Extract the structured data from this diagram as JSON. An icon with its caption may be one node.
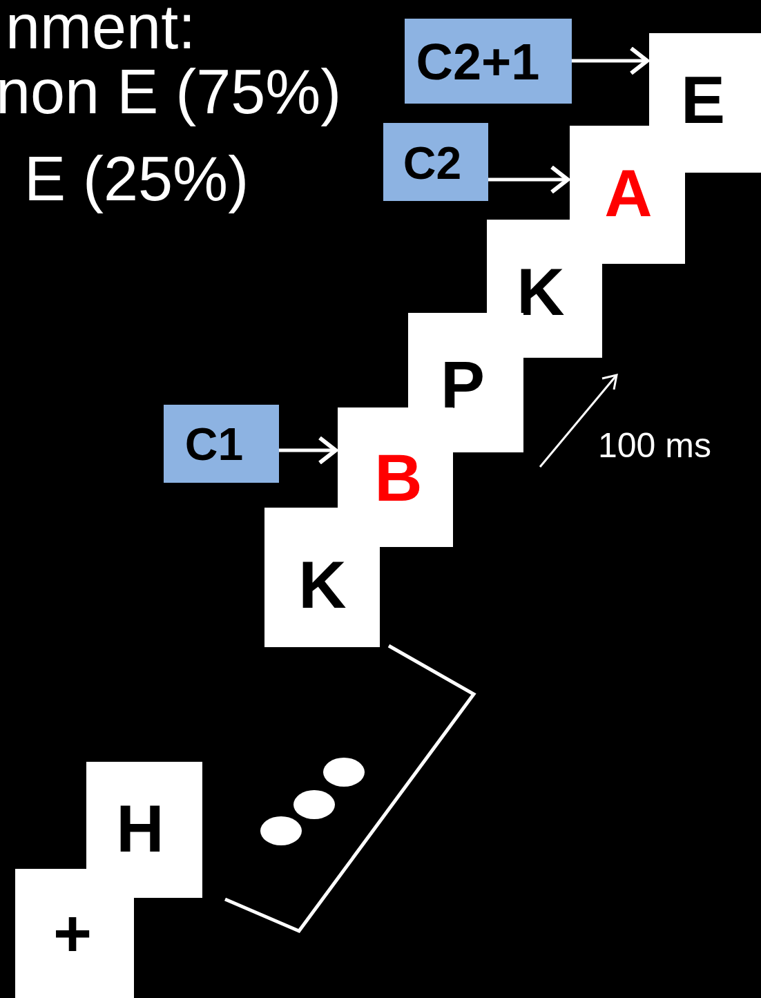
{
  "diagram": {
    "nodes": [
      {
        "text": [
          "C2+1"
        ]
      },
      {
        "text": [
          "E"
        ]
      },
      {
        "text": [
          "C2"
        ]
      },
      {
        "text": [
          "A"
        ]
      },
      {
        "text": [
          "K"
        ]
      },
      {
        "text": [
          "P"
        ]
      },
      {
        "text": [
          "C1"
        ]
      },
      {
        "text": [
          "B"
        ]
      },
      {
        "text": [
          "K"
        ]
      },
      {
        "text": [
          "H"
        ]
      },
      {
        "text": [
          "+"
        ]
      }
    ],
    "edges": [
      {
        "from": 0,
        "to": 1,
        "arrow": "to"
      },
      {
        "from": 2,
        "to": 3,
        "arrow": "to"
      },
      {
        "from": 6,
        "to": 7,
        "arrow": "to"
      }
    ],
    "labels": [
      "nment:",
      "non E (75%)",
      "E (25%)",
      "100 ms"
    ]
  }
}
